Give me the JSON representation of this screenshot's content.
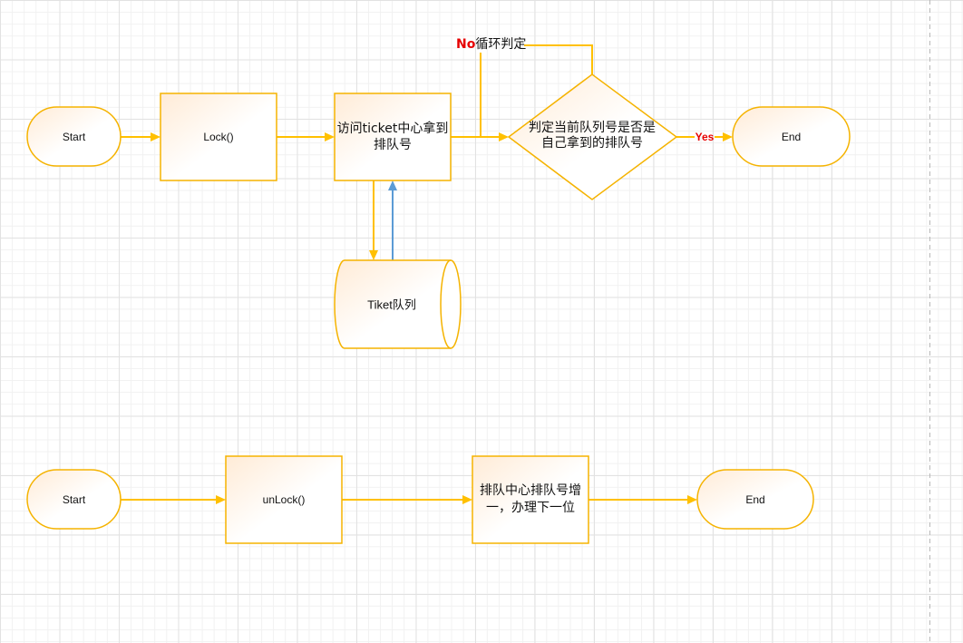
{
  "colors": {
    "shape_stroke": "#F5B300",
    "arrow": "#FFC000",
    "return_arrow": "#5B9BD5",
    "label_red": "#E60000",
    "fill_tint": "#FFEBD6",
    "grid_minor": "#F1F1F1",
    "grid_major": "#E2E2E2"
  },
  "lock_flow": {
    "start": "Start",
    "lock": "Lock()",
    "get_ticket": [
      "访问ticket中心拿到",
      "排队号"
    ],
    "queue": "Tiket队列",
    "check": [
      "判定当前队列号是否是",
      "自己拿到的排队号"
    ],
    "loop_no": "No",
    "loop_label": "循环判定",
    "yes": "Yes",
    "end": "End"
  },
  "unlock_flow": {
    "start": "Start",
    "unlock": "unLock()",
    "increment": [
      "排队中心排队号增",
      "一，办理下一位"
    ],
    "end": "End"
  }
}
